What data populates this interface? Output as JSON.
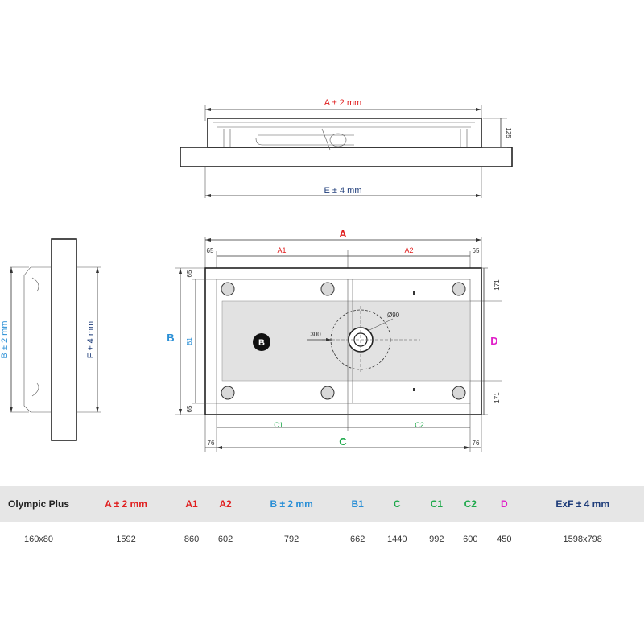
{
  "drawing": {
    "top_view": {
      "dim_a": "A ± 2 mm",
      "dim_e": "E ± 4 mm",
      "dim_height": "125"
    },
    "plan_view": {
      "label_a": "A",
      "label_a1": "A1",
      "label_a2": "A2",
      "label_b": "B",
      "label_b1": "B1",
      "label_c": "C",
      "label_c1": "C1",
      "label_c2": "C2",
      "label_d": "D",
      "zone_marker": "B",
      "drain_diameter": "Ø90",
      "drain_offset": "300",
      "edge_65_tl": "65",
      "edge_65_tr": "65",
      "edge_65_lt": "65",
      "edge_65_lb": "65",
      "edge_171_top": "171",
      "edge_171_bottom": "171",
      "edge_76_left": "76",
      "edge_76_right": "76"
    },
    "side_view": {
      "dim_b": "B ± 2 mm",
      "dim_f": "F ± 4 mm"
    }
  },
  "table": {
    "headers": [
      "Olympic Plus",
      "A ± 2 mm",
      "A1",
      "A2",
      "B ± 2 mm",
      "B1",
      "C",
      "C1",
      "C2",
      "D",
      "ExF ± 4 mm"
    ],
    "header_colors": [
      "dark",
      "red",
      "red",
      "red",
      "blue",
      "blue",
      "green",
      "green",
      "green",
      "mag",
      "navy"
    ],
    "rows": [
      [
        "160x80",
        "1592",
        "860",
        "602",
        "792",
        "662",
        "1440",
        "992",
        "600",
        "450",
        "1598x798"
      ]
    ]
  }
}
